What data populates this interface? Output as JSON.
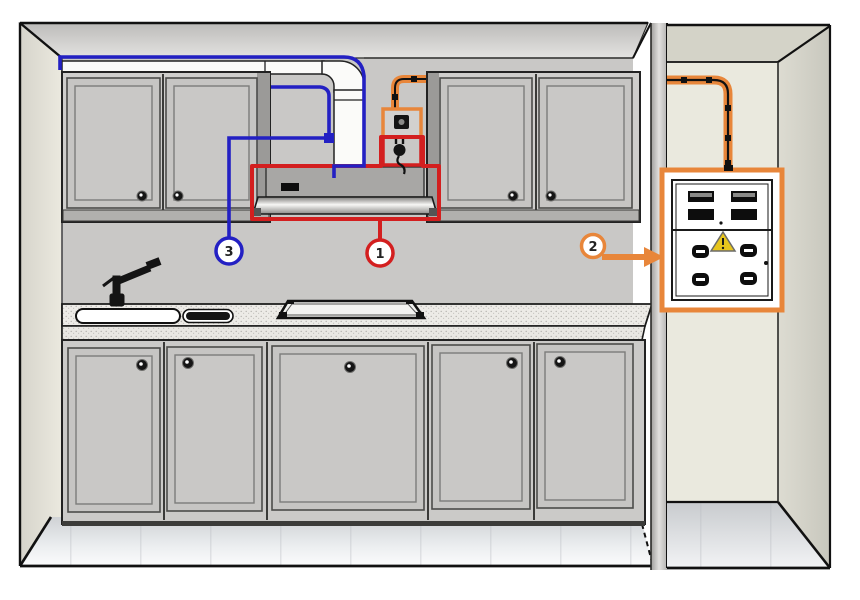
{
  "diagram": {
    "callouts": [
      {
        "number": "1",
        "color": "#d31f1f"
      },
      {
        "number": "2",
        "color": "#e8863a"
      },
      {
        "number": "3",
        "color": "#2320c3"
      }
    ],
    "colors": {
      "hood_circuit_red": "#d31f1f",
      "branch_circuit_blue": "#2320c3",
      "panel_circuit_orange": "#e8863a",
      "warning_yellow": "#e7c51d",
      "wall_gray": "#c9c8c6",
      "cabinet_gray": "#c6c5c3",
      "wire_black": "#111111"
    }
  }
}
